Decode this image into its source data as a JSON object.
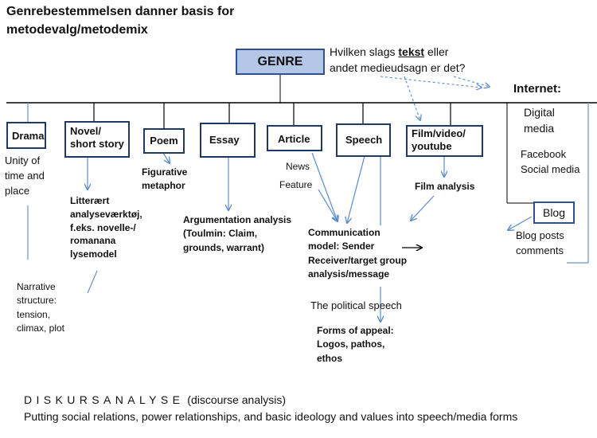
{
  "title": [
    "Genrebestemmelsen danner basis for",
    "metodevalg/metodemix"
  ],
  "genre": "GENRE",
  "question": {
    "before": "Hvilken slags ",
    "emphasis": "tekst",
    "after": " eller",
    "line2": "andet medieudsagn er det?"
  },
  "genres": [
    {
      "label": "Drama"
    },
    {
      "label": "Novel/\nshort story"
    },
    {
      "label": "Poem"
    },
    {
      "label": "Essay"
    },
    {
      "label": "Article"
    },
    {
      "label": "Speech"
    },
    {
      "label": "Film/video/\nyoutube"
    }
  ],
  "internet": {
    "heading": "Internet:",
    "digital": "Digital\nmedia",
    "social": "Facebook\nSocial media",
    "blog": "Blog",
    "blog_notes": "Blog posts\ncomments"
  },
  "notes": {
    "drama": "Unity of\ntime and\nplace",
    "narrative": "Narrative\nstructure:\ntension,\nclimax, plot",
    "novel": "Litterært\nanalyseværktøj,\nf.eks. novelle-/\nromanana\nlysemodel",
    "poem": "Figurative\nmetaphor",
    "essay": "Argumentation analysis\n(Toulmin: Claim,\ngrounds, warrant)",
    "news": "News",
    "feature": "Feature",
    "film": "Film analysis",
    "communication": "Communication\nmodel: Sender\nReceiver/target group\nanalysis/message",
    "political": "The political speech",
    "appeal": "Forms of appeal:\nLogos, pathos,\nethos"
  },
  "footer": {
    "discourse_spaced": "DISKURSANALYSE",
    "discourse_gloss": " (discourse analysis)",
    "line2": "Putting social relations, power relationships, and basic ideology and values into speech/media forms"
  },
  "colors": {
    "box_border": "#1f3864",
    "genre_fill": "#b4c7e7",
    "arrow": "#5b8bc9",
    "line": "#000000"
  }
}
